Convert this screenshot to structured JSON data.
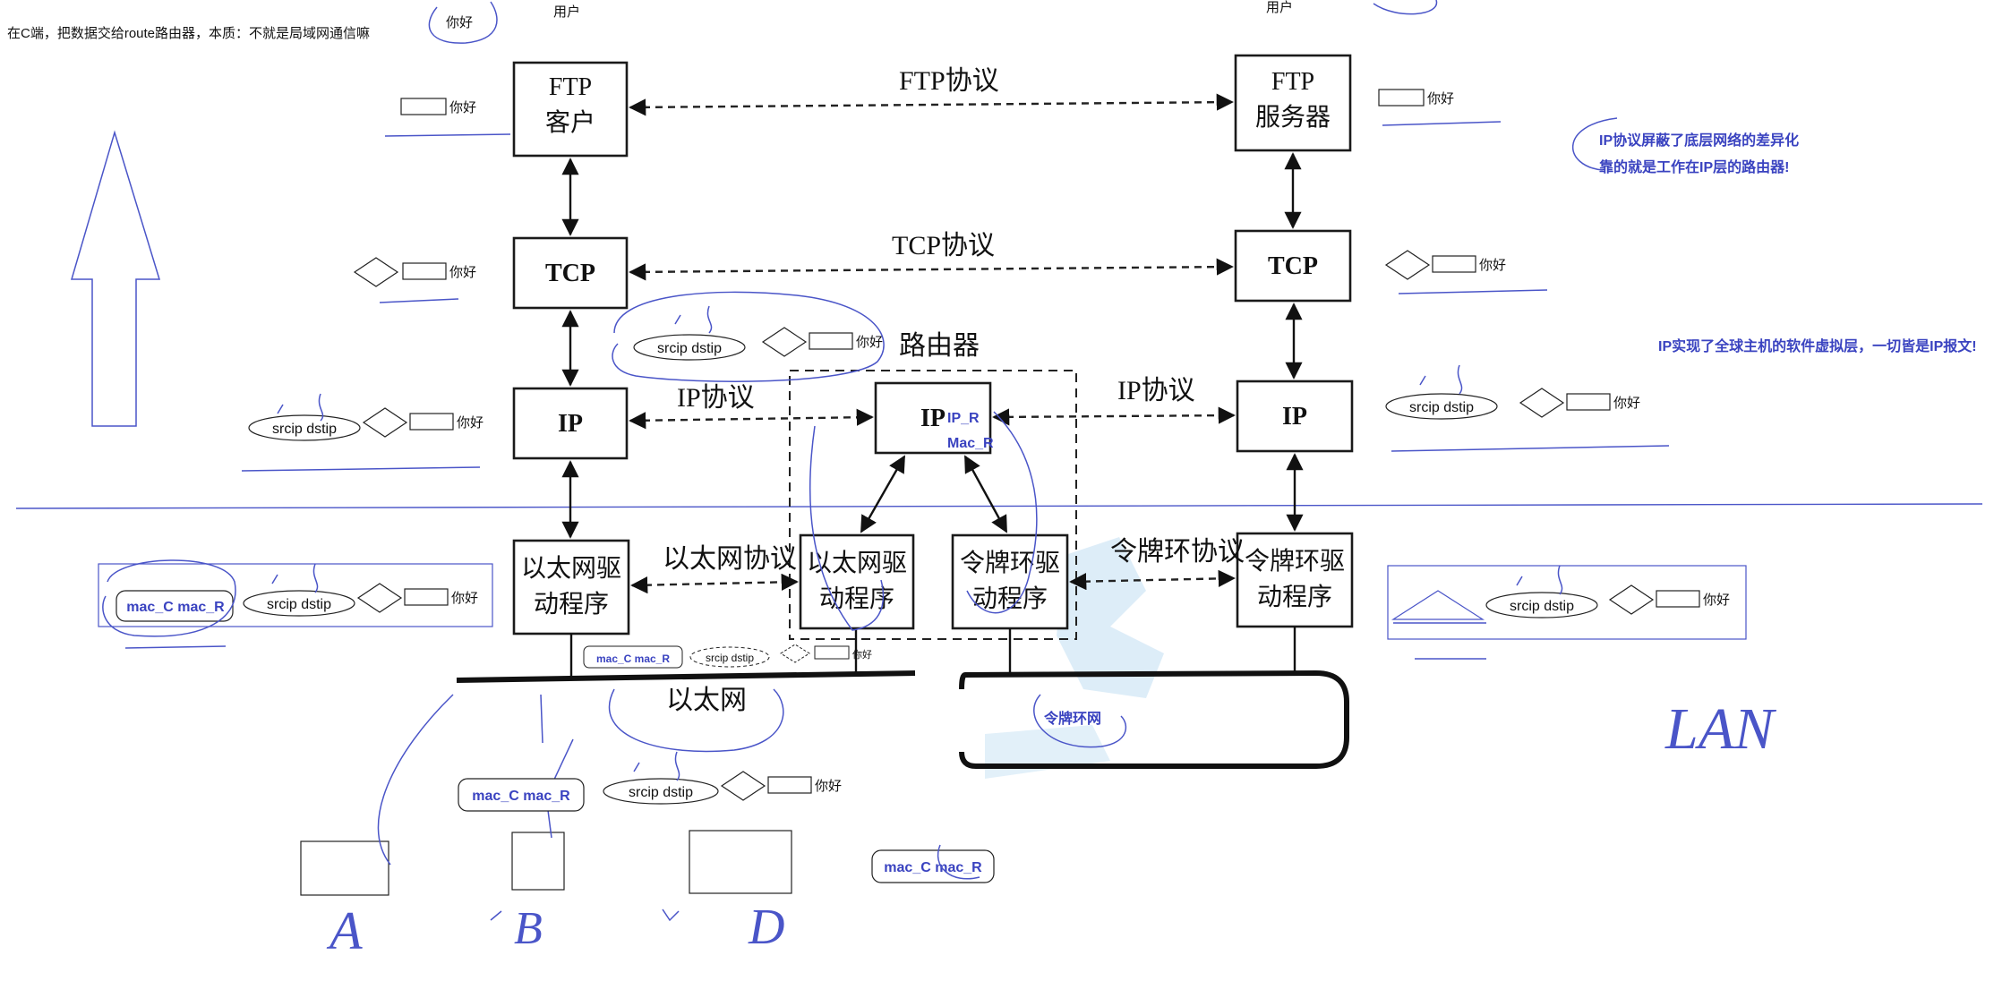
{
  "header": {
    "note": "在C端，把数据交给route路由器，本质：不就是局域网通信嘛",
    "user_left": "用户",
    "user_right": "用户",
    "hello_top": "你好"
  },
  "layers": {
    "ftp_client": [
      "FTP",
      "客户"
    ],
    "ftp_server": [
      "FTP",
      "服务器"
    ],
    "tcp_left": "TCP",
    "tcp_right": "TCP",
    "ip_left": "IP",
    "ip_router": "IP",
    "ip_right": "IP",
    "eth_driver_left": [
      "以太网驱",
      "动程序"
    ],
    "eth_driver_router": [
      "以太网驱",
      "动程序"
    ],
    "token_driver_router": [
      "令牌环驱",
      "动程序"
    ],
    "token_driver_right": [
      "令牌环驱",
      "动程序"
    ]
  },
  "protocols": {
    "ftp": "FTP协议",
    "tcp": "TCP协议",
    "ip_left": "IP协议",
    "ip_right": "IP协议",
    "ethernet": "以太网协议",
    "token_ring": "令牌环协议",
    "router": "路由器",
    "ethernet_net": "以太网",
    "token_ring_net": "令牌环网"
  },
  "annotations": {
    "hello": "你好",
    "srcip_dstip": "srcip  dstip",
    "mac_c_mac_r": "mac_C   mac_R",
    "ip_r": "IP_R",
    "mac_r": "Mac_R",
    "ip_shield_1": "IP协议屏蔽了底层网络的差异化",
    "ip_shield_2": "靠的就是工作在IP层的路由器!",
    "ip_global": "IP实现了全球主机的软件虚拟层，一切皆是IP报文!",
    "host_a": "A",
    "host_b": "B",
    "host_d": "D",
    "lan": "LAN"
  },
  "colors": {
    "ink": "#111111",
    "pen_blue": "#4a55c8",
    "note_blue": "#3a43c0",
    "watermark": "#cfe6f5"
  }
}
